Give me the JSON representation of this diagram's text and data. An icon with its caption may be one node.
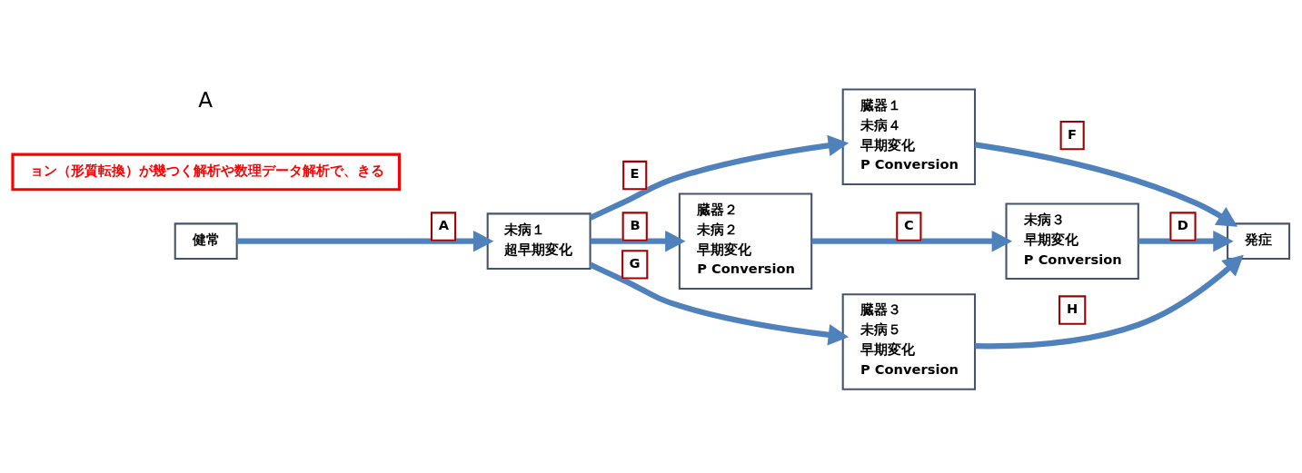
{
  "diagram": {
    "nodes": [
      {
        "text": [
          "健常"
        ]
      },
      {
        "text": [
          "未病１",
          "超早期変化"
        ]
      },
      {
        "text": [
          "臓器１",
          "未病４",
          "早期変化",
          "P Conversion"
        ]
      },
      {
        "text": [
          "臓器２",
          "未病２",
          "早期変化",
          "P Conversion"
        ]
      },
      {
        "text": [
          "未病３",
          "早期変化",
          "P Conversion"
        ]
      },
      {
        "text": [
          "臓器３",
          "未病５",
          "早期変化",
          "P Conversion"
        ]
      },
      {
        "text": [
          "発症"
        ]
      },
      {
        "text": [
          "ョン（形質転換）が幾つく解析や数理データ解析で、きる"
        ]
      }
    ],
    "edges": [
      {
        "from": 0,
        "to": 1,
        "arrow": "to",
        "label": "A"
      },
      {
        "from": 1,
        "to": 2,
        "arrow": "to",
        "label": "E"
      },
      {
        "from": 1,
        "to": 3,
        "arrow": "to",
        "label": "B"
      },
      {
        "from": 1,
        "to": 5,
        "arrow": "to",
        "label": "G"
      },
      {
        "from": 3,
        "to": 4,
        "arrow": "to",
        "label": "C"
      },
      {
        "from": 2,
        "to": 6,
        "arrow": "to",
        "label": "F"
      },
      {
        "from": 4,
        "to": 6,
        "arrow": "to",
        "label": "D"
      },
      {
        "from": 5,
        "to": 6,
        "arrow": "to",
        "label": "H"
      }
    ],
    "labels": [
      "A"
    ]
  }
}
